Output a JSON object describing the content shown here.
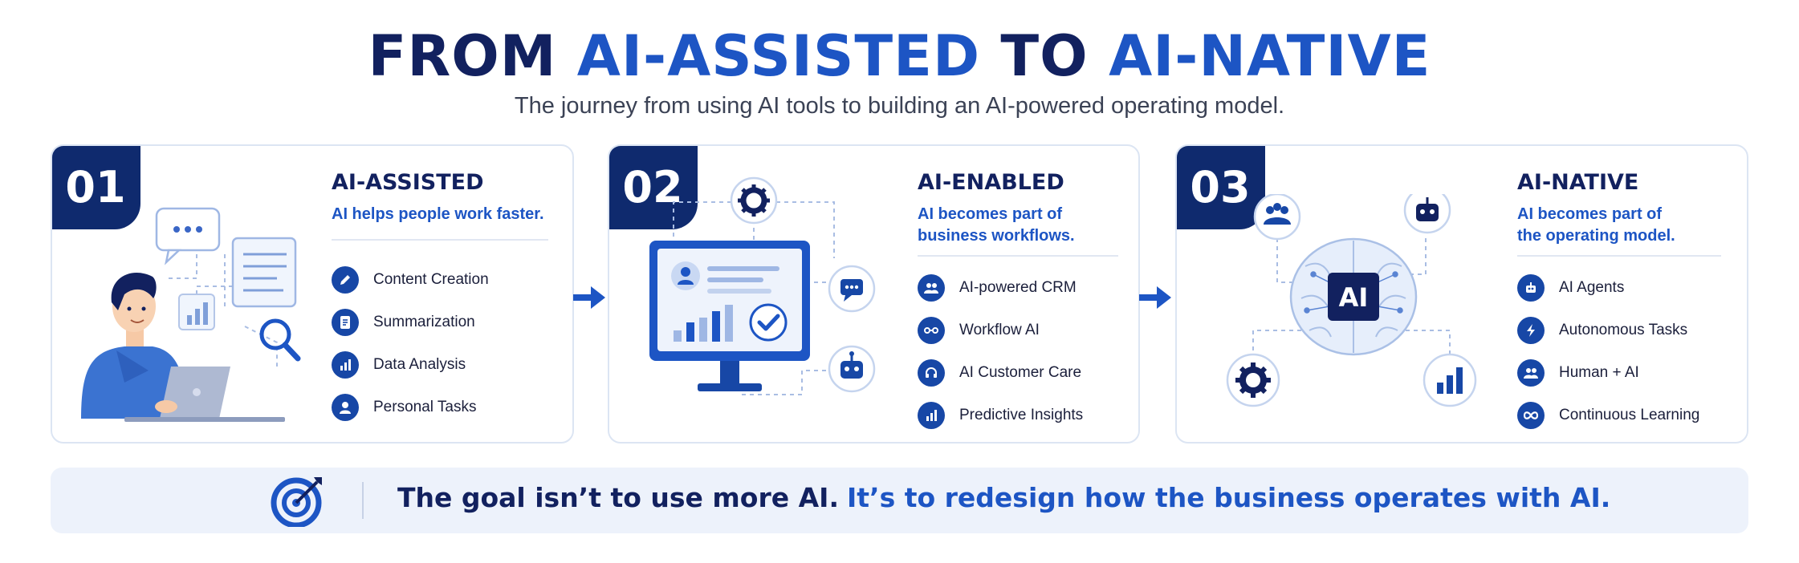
{
  "header": {
    "title_part1": "FROM ",
    "title_hl1": "AI-ASSISTED",
    "title_part2": " TO ",
    "title_hl2": "AI-NATIVE",
    "subtitle": "The journey from using AI tools to building an AI-powered operating model."
  },
  "stages": [
    {
      "number": "01",
      "title": "AI-ASSISTED",
      "desc": [
        "AI helps people work faster."
      ],
      "items": [
        {
          "label": "Content Creation",
          "icon": "pencil-icon"
        },
        {
          "label": "Summarization",
          "icon": "document-icon"
        },
        {
          "label": "Data Analysis",
          "icon": "bar-chart-icon"
        },
        {
          "label": "Personal Tasks",
          "icon": "person-icon"
        }
      ]
    },
    {
      "number": "02",
      "title": "AI-ENABLED",
      "desc": [
        "AI becomes part of",
        "business workflows."
      ],
      "items": [
        {
          "label": "AI-powered CRM",
          "icon": "people-icon"
        },
        {
          "label": "Workflow AI",
          "icon": "workflow-icon"
        },
        {
          "label": "AI Customer Care",
          "icon": "headset-icon"
        },
        {
          "label": "Predictive Insights",
          "icon": "bar-chart-icon"
        }
      ]
    },
    {
      "number": "03",
      "title": "AI-NATIVE",
      "desc": [
        "AI becomes part of",
        "the operating model."
      ],
      "illustration_label": "AI",
      "items": [
        {
          "label": "AI Agents",
          "icon": "robot-icon"
        },
        {
          "label": "Autonomous Tasks",
          "icon": "lightning-icon"
        },
        {
          "label": "Human + AI",
          "icon": "people-icon"
        },
        {
          "label": "Continuous Learning",
          "icon": "infinity-icon"
        }
      ]
    }
  ],
  "banner": {
    "icon": "target-icon",
    "message_part1": "The goal isn’t to use more AI.",
    "message_part2": "It’s to redesign how the business operates with AI."
  },
  "colors": {
    "navy": "#12215f",
    "accent": "#1d55c4",
    "icon_bg": "#1747a6",
    "number_bg": "#0f2a6e",
    "banner_bg": "#edf2fb"
  }
}
